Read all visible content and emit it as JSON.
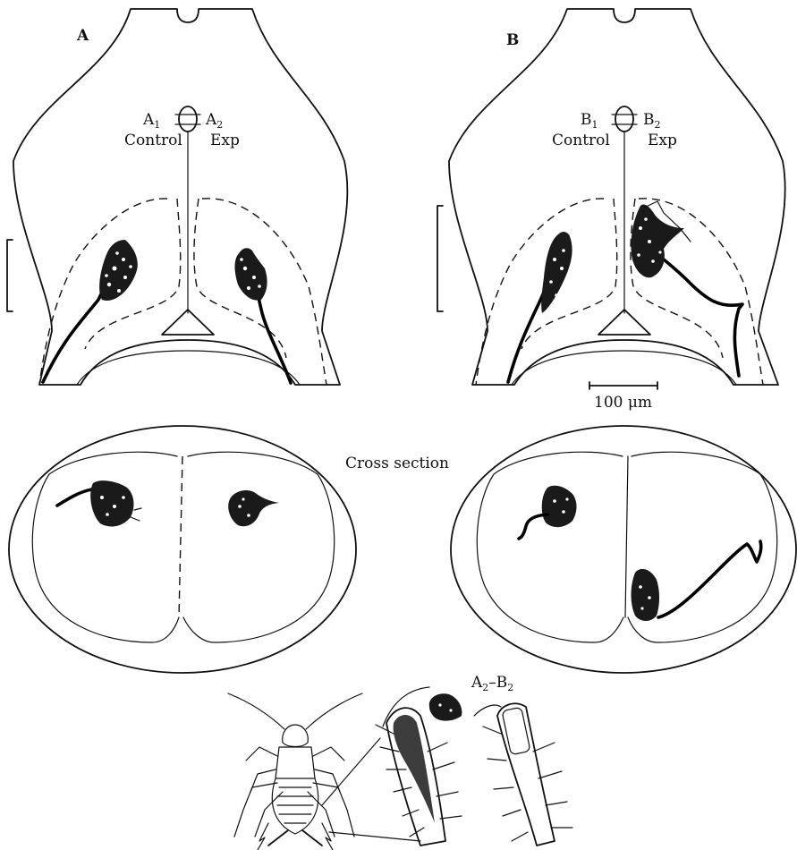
{
  "panels": {
    "a": {
      "letter": "A",
      "left_label_main": "A",
      "left_label_sub": "1",
      "left_caption": "Control",
      "right_label_main": "A",
      "right_label_sub": "2",
      "right_caption": "Exp"
    },
    "b": {
      "letter": "B",
      "left_label_main": "B",
      "left_label_sub": "1",
      "left_caption": "Control",
      "right_label_main": "B",
      "right_label_sub": "2",
      "right_caption": "Exp"
    }
  },
  "scale_bar": {
    "label": "100 μm"
  },
  "cross_section": {
    "label": "Cross section"
  },
  "inset": {
    "label_a_main": "A",
    "label_a_sub": "2",
    "label_dash": "–",
    "label_b_main": "B",
    "label_b_sub": "2"
  },
  "colors": {
    "ink": "#111111",
    "background": "#ffffff"
  }
}
